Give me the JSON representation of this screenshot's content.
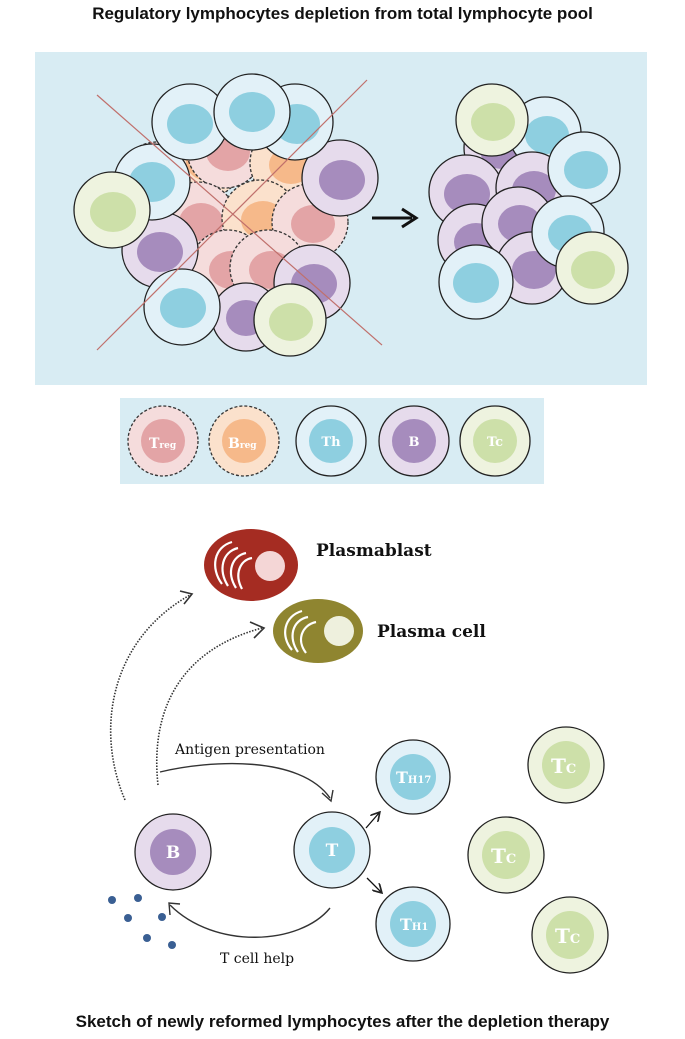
{
  "titles": {
    "top": "Regulatory lymphocytes depletion from total lymphocyte pool",
    "bottom": "Sketch of newly reformed lymphocytes after the depletion therapy"
  },
  "legend": {
    "treg": {
      "main": "T",
      "sub": "reg"
    },
    "breg": {
      "main": "B",
      "sub": "reg"
    },
    "th": {
      "main": "Th"
    },
    "b": {
      "main": "B"
    },
    "tc": {
      "main": "Tc"
    }
  },
  "lower": {
    "plasmablast": "Plasmablast",
    "plasma_cell": "Plasma cell",
    "antigen_presentation": "Antigen presentation",
    "t_cell_help": "T cell help",
    "b_cell": "B",
    "t_cell": "T",
    "th17": {
      "main": "T",
      "sub": "H17"
    },
    "th1": {
      "main": "T",
      "sub": "H1"
    },
    "tc": {
      "main": "T",
      "sub": "C"
    }
  },
  "colors": {
    "panel_bg": "#d8ecf3",
    "treg_outer": "#f5dcdc",
    "treg_inner": "#e3a4a6",
    "breg_outer": "#fbe1cc",
    "breg_inner": "#f6b98a",
    "th_outer": "#e2f1f8",
    "th_inner": "#8ecfe0",
    "b_outer": "#e6dbec",
    "b_inner": "#a68cbd",
    "tc_outer": "#eef3df",
    "tc_inner": "#cde0a9",
    "plasmablast": "#a52c22",
    "plasma_cell": "#8f8530",
    "cross_line": "#c0706c"
  }
}
